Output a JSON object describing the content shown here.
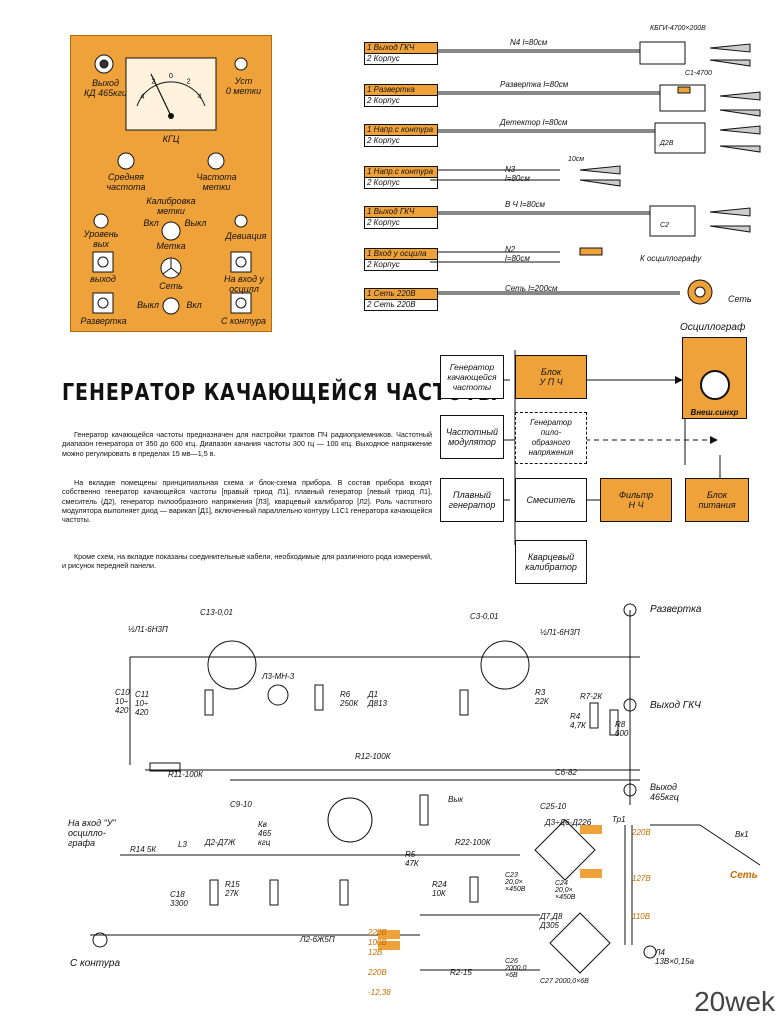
{
  "panel": {
    "labels": {
      "out_kd": "Выход\nКД 465кгц",
      "set_zero": "Уст\n0 метки",
      "dial_unit": "КГЦ",
      "mid_freq": "Средняя\nчастота",
      "mark_freq": "Частота\nметки",
      "calibration": "Калибровка\nметки",
      "on": "Вкл",
      "off": "Выкл",
      "mark": "Метка",
      "level_out": "Уровень\nвых",
      "deviation": "Девиация",
      "output": "выход",
      "scope_in": "На вход у\nосцилл",
      "network": "Сеть",
      "sweep": "Развертка",
      "from_circuit": "С контура",
      "off2": "Выкл",
      "on2": "Вкл"
    },
    "dial_ticks": [
      "4",
      "2",
      "0",
      "2",
      "4"
    ]
  },
  "cables": [
    {
      "r1": "1 Выход ГКЧ",
      "r2": "2 Корпус",
      "label": "N4  l=80см",
      "extra": "КБГИ-4700×200В"
    },
    {
      "r1": "1 Развертка",
      "r2": "2 Корпус",
      "label": "Развертка l=80см",
      "extra": "C1-4700"
    },
    {
      "r1": "1 Напр.с контура",
      "r2": "2 Корпус",
      "label": "Детектор l=80см",
      "extra": "Д2В"
    },
    {
      "r1": "1 Напр.с контура",
      "r2": "2 Корпус",
      "label": "N3\nl=80см",
      "extra": "10см"
    },
    {
      "r1": "1 Выход ГКЧ",
      "r2": "2 Корпус",
      "label": "В Ч  l=80см",
      "extra": "C2"
    },
    {
      "r1": "1 Вход у осцила",
      "r2": "2 Корпус",
      "label": "N2\nl=80см",
      "extra": "К осциллографу"
    },
    {
      "r1": "1 Сеть 220В",
      "r2": "2 Сеть 220В",
      "label": "Сеть l=200см",
      "extra": "Сеть"
    }
  ],
  "article": {
    "title": "ГЕНЕРАТОР КАЧАЮЩЕЙСЯ ЧАСТОТЫ",
    "p1": "Генератор качающейся частоты предназначен для настройки трактов ПЧ радиоприемников. Частотный диапазон генератора от 350 до 600 кгц. Диапазон качания частоты 300 гц — 100 кгц. Выходное напряжение можно регулировать в пределах 15 мв—1,5 в.",
    "p2": "На вкладке помещены принципиальная схема и блок-схема прибора. В состав прибора входят собственно генератор качающейся частоты [правый триод Л1], плавный генератор [левый триод Л1], смеситель (Д2), генератор пилообразного напряжения [Л3], кварцевый калибратор [Л2]. Роль частотного модулятора выполняет диод — варикап [Д1], включенный параллельно контуру L1C1 генератора качающейся частоты.",
    "p3": "Кроме схем, на вкладке показаны соединительные кабели, необходимые для различного рода измерений, и рисунок передней панели."
  },
  "block": {
    "gkch": "Генератор\nкачающейся\nчастоты",
    "upch": "Блок\nУ П Ч",
    "scope": "Осциллограф",
    "ext_sync": "Внеш.синхр",
    "modulator": "Частотный\nмодулятор",
    "saw": "Генератор\nпило-\nобразного\nнапряжения",
    "smooth": "Плавный\nгенератор",
    "mixer": "Смеситель",
    "filter": "Фильтр\nН Ч",
    "power": "Блок\nпитания",
    "quartz": "Кварцевый\nкалибратор"
  },
  "schematic": {
    "labels": {
      "sweep": "Развертка",
      "gkch_out": "Выход ГКЧ",
      "out465": "Выход\n465кгц",
      "scope_in": "На вход \"У\"\nосцилло-\nграфа",
      "from_circuit": "С контура",
      "net": "Сеть",
      "l1_left": "½Л1-6Н3П",
      "l1_right": "½Л1-6Н3П",
      "l3": "Л3-МН-3",
      "l2": "Л2-6Ж5П",
      "vk1": "Вк1",
      "d1": "Д1\nД813",
      "r11": "R11-100К",
      "r12": "R12-100К",
      "c6": "C6-82",
      "c9": "C9-10",
      "c25": "C25-10",
      "d3d6": "Д3÷Д6-Д226",
      "tr1": "Тр1",
      "d7d8": "Д7,Д8\nД305",
      "v220a": "220В",
      "v100": "100В",
      "v12": "12В",
      "v220b": "220В",
      "v12b": "-12,38",
      "l4": "Л4\n13В×0,15а",
      "r2": "R2-15",
      "r24": "R24\n10К",
      "c23": "C23\n20,0×\n×450В",
      "c24": "C24\n20,0×\n×450В",
      "c26": "C26\n2000,0\n×6В",
      "c27": "C27\n2000,0×6В",
      "r14": "R14 5К",
      "l3c": "L3",
      "c18": "C18\n3300",
      "r15": "R15\n27К",
      "d2": "Д2-Д7Ж",
      "kv": "Кв\n465\nкгц",
      "sw": "Вык",
      "r22": "R22-100К",
      "r5": "R5\n47К",
      "c10": "C10\n10÷\n420",
      "c11": "C11\n10÷\n420",
      "c13": "C13-0,01",
      "c3": "C3-0,01",
      "r6": "R6\n250К",
      "r8": "R8\n600",
      "r4": "R4\n4,7К",
      "r7": "R7-2К",
      "r3": "R3\n22К"
    },
    "orange_labels": [
      "220В",
      "127В",
      "110В"
    ]
  },
  "watermark": "20wek"
}
